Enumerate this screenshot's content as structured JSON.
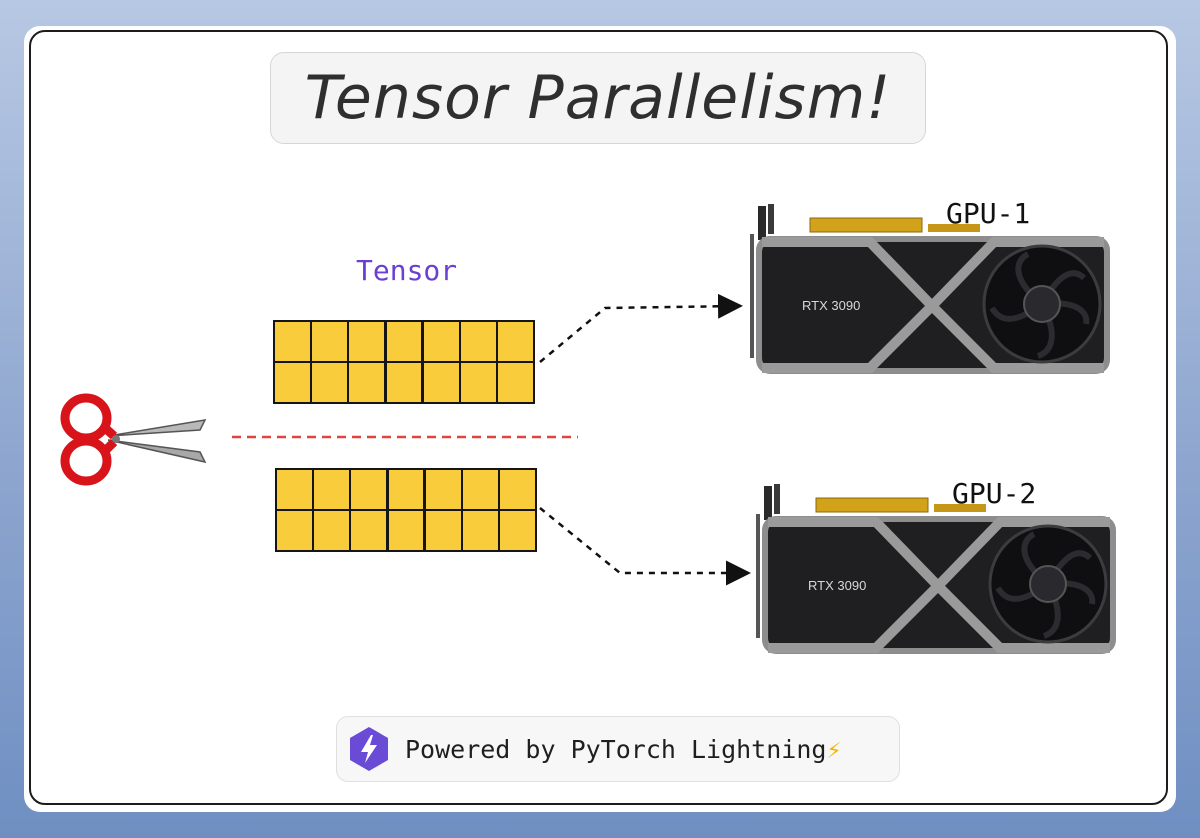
{
  "title": "Tensor Parallelism!",
  "tensor_label": "Tensor",
  "tensor": {
    "rows": 2,
    "cols": 7,
    "cell_color": "#f8cc3a",
    "split_line_color": "#e0443e"
  },
  "gpus": [
    {
      "label": "GPU-1",
      "model": "RTX 3090"
    },
    {
      "label": "GPU-2",
      "model": "RTX 3090"
    }
  ],
  "footer": {
    "text": "Powered by PyTorch Lightning",
    "emoji": "⚡",
    "logo": "lightning-hexagon-logo",
    "accent": "#6a4bd6"
  },
  "icons": {
    "cut": "scissors-icon"
  }
}
